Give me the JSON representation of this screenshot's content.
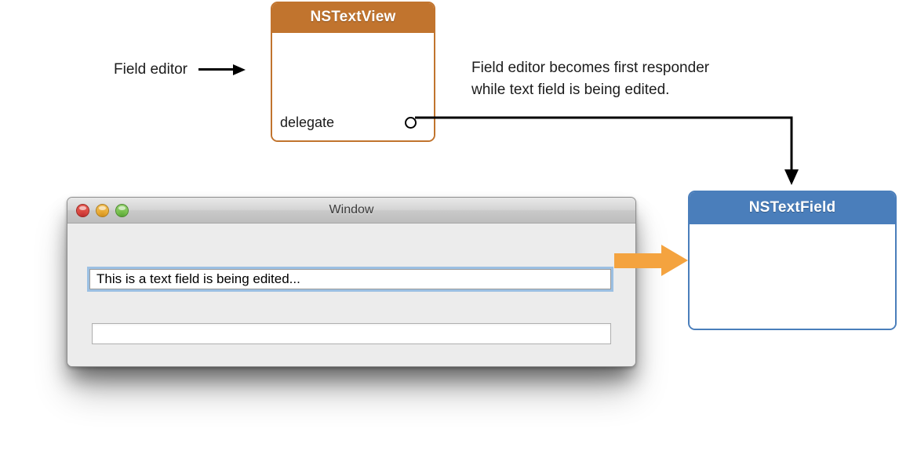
{
  "diagram": {
    "title": "Field editor and text field first responder diagram",
    "colors": {
      "textview_accent": "#c1742e",
      "textfield_accent": "#4a7ebb",
      "orange_arrow": "#f4a33f",
      "focus_ring": "#9cc0e3",
      "connector_line": "#000000"
    }
  },
  "textview": {
    "header_label": "NSTextView",
    "outlet_label": "delegate"
  },
  "textfield": {
    "header_label": "NSTextField"
  },
  "callout": {
    "field_editor_label": "Field editor"
  },
  "annotation": {
    "line1": "Field editor becomes first responder",
    "line2": "while text field is being edited."
  },
  "window": {
    "title": "Window",
    "traffic_lights": [
      {
        "name": "close",
        "color": "#d9473f"
      },
      {
        "name": "minimize",
        "color": "#e8aa33"
      },
      {
        "name": "zoom",
        "color": "#76bf4c"
      }
    ],
    "fields": [
      {
        "name": "focused",
        "value": "This is a text field is being edited...",
        "placeholder": ""
      },
      {
        "name": "empty",
        "value": "",
        "placeholder": ""
      }
    ]
  }
}
